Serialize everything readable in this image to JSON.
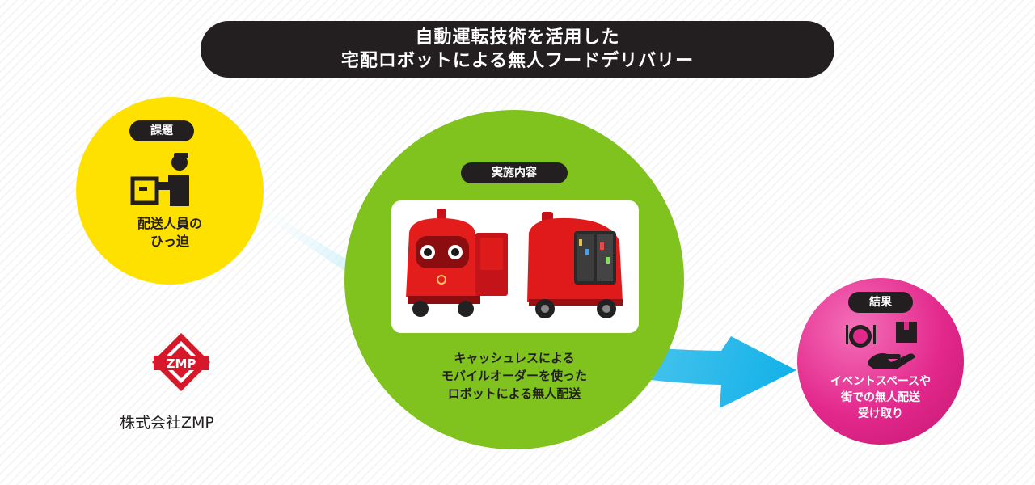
{
  "title": {
    "line1": "自動運転技術を活用した",
    "line2": "宅配ロボットによる無人フードデリバリー"
  },
  "issue": {
    "label": "課題",
    "line1": "配送人員の",
    "line2": "ひっ迫",
    "icon": "delivery-worker-icon"
  },
  "implementation": {
    "label": "実施内容",
    "line1": "キャッシュレスによる",
    "line2": "モバイルオーダーを使った",
    "line3": "ロボットによる無人配送"
  },
  "result": {
    "label": "結果",
    "line1": "イベントスペースや",
    "line2": "街での無人配送",
    "line3": "受け取り",
    "icon": "food-package-hand-icon"
  },
  "company": {
    "logo_text": "ZMP",
    "name": "株式会社ZMP"
  },
  "colors": {
    "issue": "#ffe100",
    "implementation": "#80c21e",
    "result": "#e3288c",
    "arrow": "#19b4ea",
    "dark": "#231f20",
    "logo": "#d6182a"
  }
}
